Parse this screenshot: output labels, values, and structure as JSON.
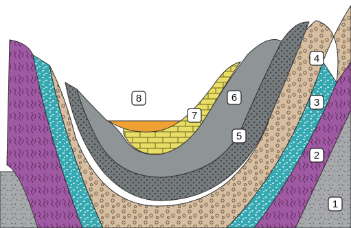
{
  "diagram": {
    "labels": [
      {
        "id": "layer-1",
        "text": "1"
      },
      {
        "id": "layer-2",
        "text": "2"
      },
      {
        "id": "layer-3",
        "text": "3"
      },
      {
        "id": "layer-4",
        "text": "4"
      },
      {
        "id": "layer-5",
        "text": "5"
      },
      {
        "id": "layer-6",
        "text": "6"
      },
      {
        "id": "layer-7",
        "text": "7"
      },
      {
        "id": "layer-8",
        "text": "8"
      }
    ],
    "colors": {
      "granite_gray": "#a7a9ac",
      "purple": "#a05aa3",
      "teal": "#35a8b1",
      "tan": "#d7bea0",
      "dark_gray": "#757a7d",
      "mid_gray": "#8f9597",
      "yellow": "#e9de65",
      "orange": "#f0a134"
    }
  }
}
